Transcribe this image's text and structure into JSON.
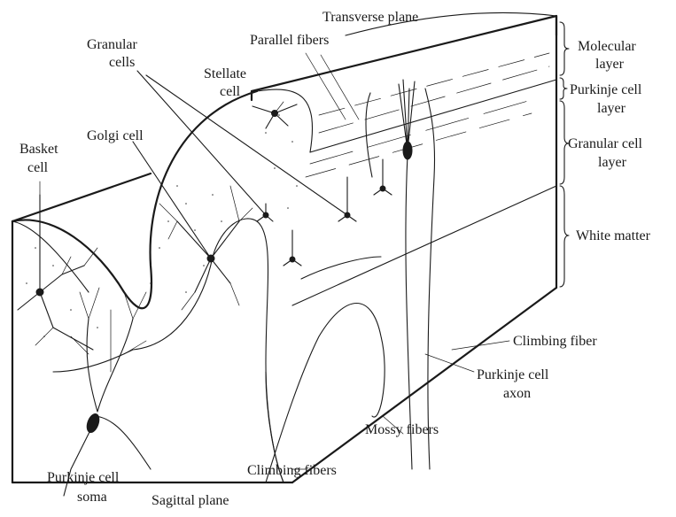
{
  "figure": {
    "labels": {
      "transverse_plane": "Transverse plane",
      "parallel_fibers": "Parallel fibers",
      "granular_cells_1": "Granular",
      "granular_cells_2": "cells",
      "stellate_cell_1": "Stellate",
      "stellate_cell_2": "cell",
      "golgi_cell": "Golgi cell",
      "basket_cell_1": "Basket",
      "basket_cell_2": "cell",
      "molecular_layer_1": "Molecular",
      "molecular_layer_2": "layer",
      "purkinje_cell_layer_1": "Purkinje cell",
      "purkinje_cell_layer_2": "layer",
      "granular_cell_layer_1": "Granular cell",
      "granular_cell_layer_2": "layer",
      "white_matter": "White matter",
      "climbing_fiber": "Climbing fiber",
      "purkinje_cell_axon_1": "Purkinje cell",
      "purkinje_cell_axon_2": "axon",
      "mossy_fibers": "Mossy fibers",
      "climbing_fibers": "Climbing fibers",
      "purkinje_cell_soma_1": "Purkinje cell",
      "purkinje_cell_soma_2": "soma",
      "sagittal_plane": "Sagittal plane"
    }
  }
}
